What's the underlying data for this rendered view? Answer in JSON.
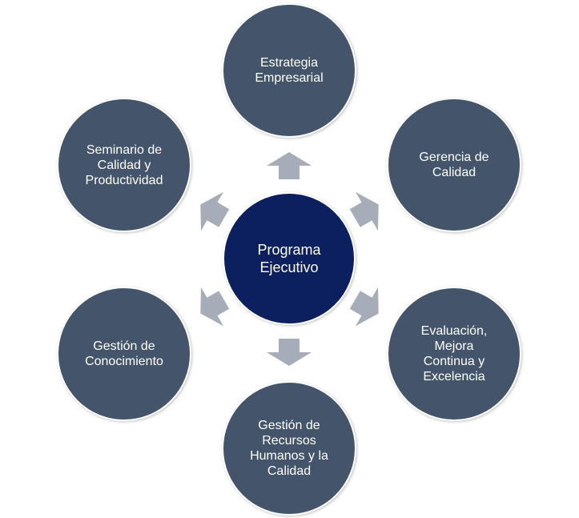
{
  "center": {
    "label": "Programa\nEjecutivo"
  },
  "nodes": [
    {
      "id": "estrategia",
      "label": "Estrategia\nEmpresarial"
    },
    {
      "id": "gerencia",
      "label": "Gerencia de\nCalidad"
    },
    {
      "id": "evaluacion",
      "label": "Evaluación,\nMejora\nContinua y\nExcelencia"
    },
    {
      "id": "recursos",
      "label": "Gestión de\nRecursos\nHumanos y la\nCalidad"
    },
    {
      "id": "conocimiento",
      "label": "Gestión de\nConocimiento"
    },
    {
      "id": "seminario",
      "label": "Seminario de\nCalidad y\nProductividad"
    }
  ],
  "colors": {
    "node": "#44546a",
    "center": "#0c1f5e",
    "arrow": "#a6adb8"
  }
}
